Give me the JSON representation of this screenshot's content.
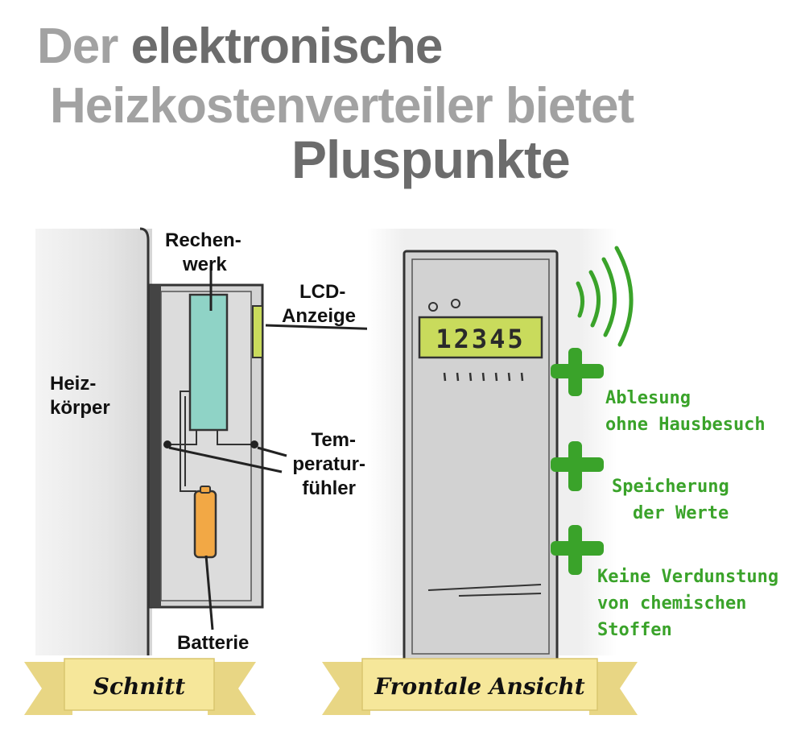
{
  "title": {
    "line1_prefix": "Der",
    "line1_word": "elektronische",
    "line2": "Heizkostenverteiler bietet",
    "line3": "Pluspunkte"
  },
  "schnitt": {
    "heizkoerper_1": "Heiz-",
    "heizkoerper_2": "körper",
    "rechenwerk_1": "Rechen-",
    "rechenwerk_2": "werk",
    "lcd_1": "LCD-",
    "lcd_2": "Anzeige",
    "temp_1": "Tem-",
    "temp_2": "peratur-",
    "temp_3": "fühler",
    "batterie": "Batterie",
    "banner": "Schnitt"
  },
  "frontal": {
    "display_value": "12345",
    "banner": "Frontale Ansicht",
    "benefits": [
      {
        "line1": "Ablesung",
        "line2": "ohne Hausbesuch"
      },
      {
        "line1": "Speicherung",
        "line2": "der Werte"
      },
      {
        "line1": "Keine Verdunstung",
        "line2": "von chemischen",
        "line3": "Stoffen"
      }
    ]
  },
  "colors": {
    "green": "#3aa32a",
    "display": "#c9db5c",
    "circuit": "#8fd3c6",
    "battery": "#f2a845",
    "banner": "#f6e79a",
    "banner_shadow": "#e8d684"
  },
  "icons": [
    "wireless-signal-icon",
    "plus-icon"
  ]
}
